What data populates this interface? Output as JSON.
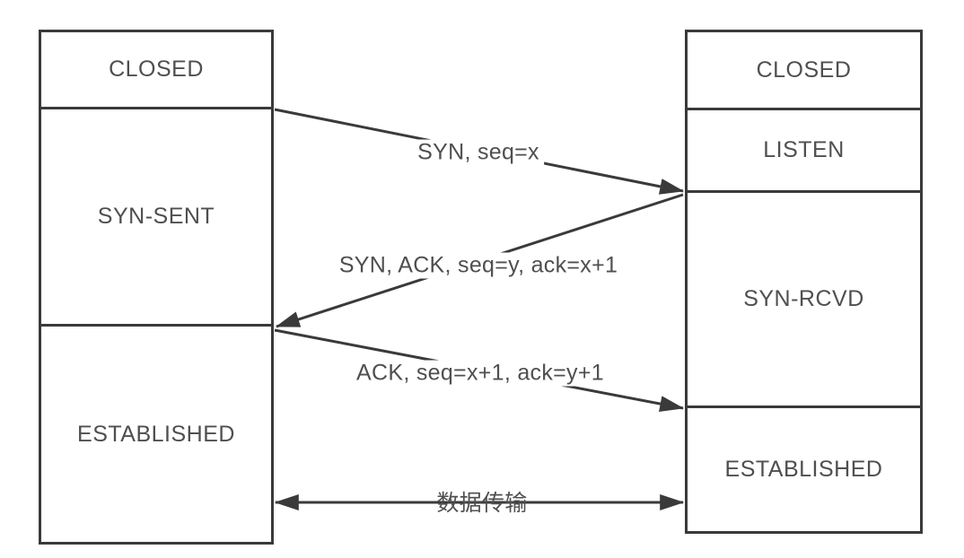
{
  "diagram": {
    "left_box": {
      "states": [
        "CLOSED",
        "SYN-SENT",
        "ESTABLISHED"
      ]
    },
    "right_box": {
      "states": [
        "CLOSED",
        "LISTEN",
        "SYN-RCVD",
        "ESTABLISHED"
      ]
    },
    "messages": {
      "syn": "SYN, seq=x",
      "syn_ack": "SYN, ACK, seq=y, ack=x+1",
      "ack": "ACK, seq=x+1, ack=y+1",
      "data_transfer": "数据传输"
    },
    "colors": {
      "line": "#3a3a3a",
      "text": "#4f4f4f",
      "background": "#ffffff"
    }
  }
}
